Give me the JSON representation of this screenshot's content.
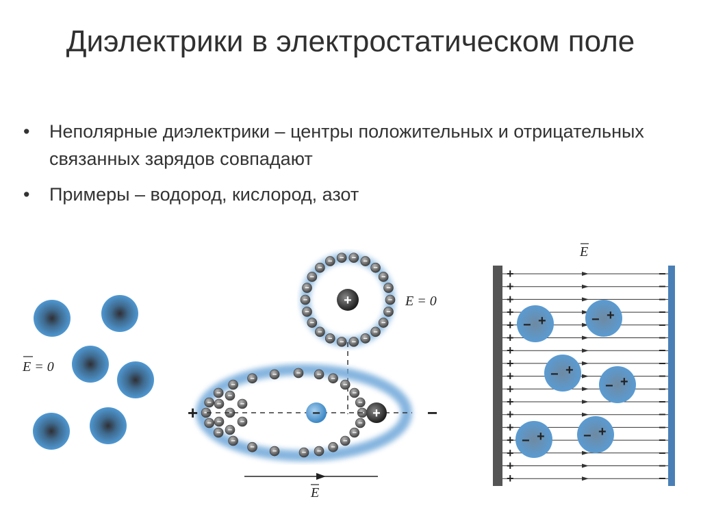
{
  "slide": {
    "title": "Диэлектрики в электростатическом поле",
    "bullets": [
      "Неполярные диэлектрики – центры положительных и отрицательных связанных зарядов совпадают",
      "Примеры – водород, кислород, азот"
    ]
  },
  "figure_left": {
    "field_label": "E = 0"
  },
  "figure_middle": {
    "field_label_top": "E = 0",
    "field_label_bottom": "E",
    "plus_sign": "+",
    "minus_sign": "−"
  },
  "figure_right": {
    "field_label": "E",
    "plus_sign": "+",
    "minus_sign": "−"
  },
  "colors": {
    "atom_blue": "#4a90c8",
    "atom_core": "#3a3a3a",
    "electron": "#555555",
    "plate": "#555555"
  }
}
